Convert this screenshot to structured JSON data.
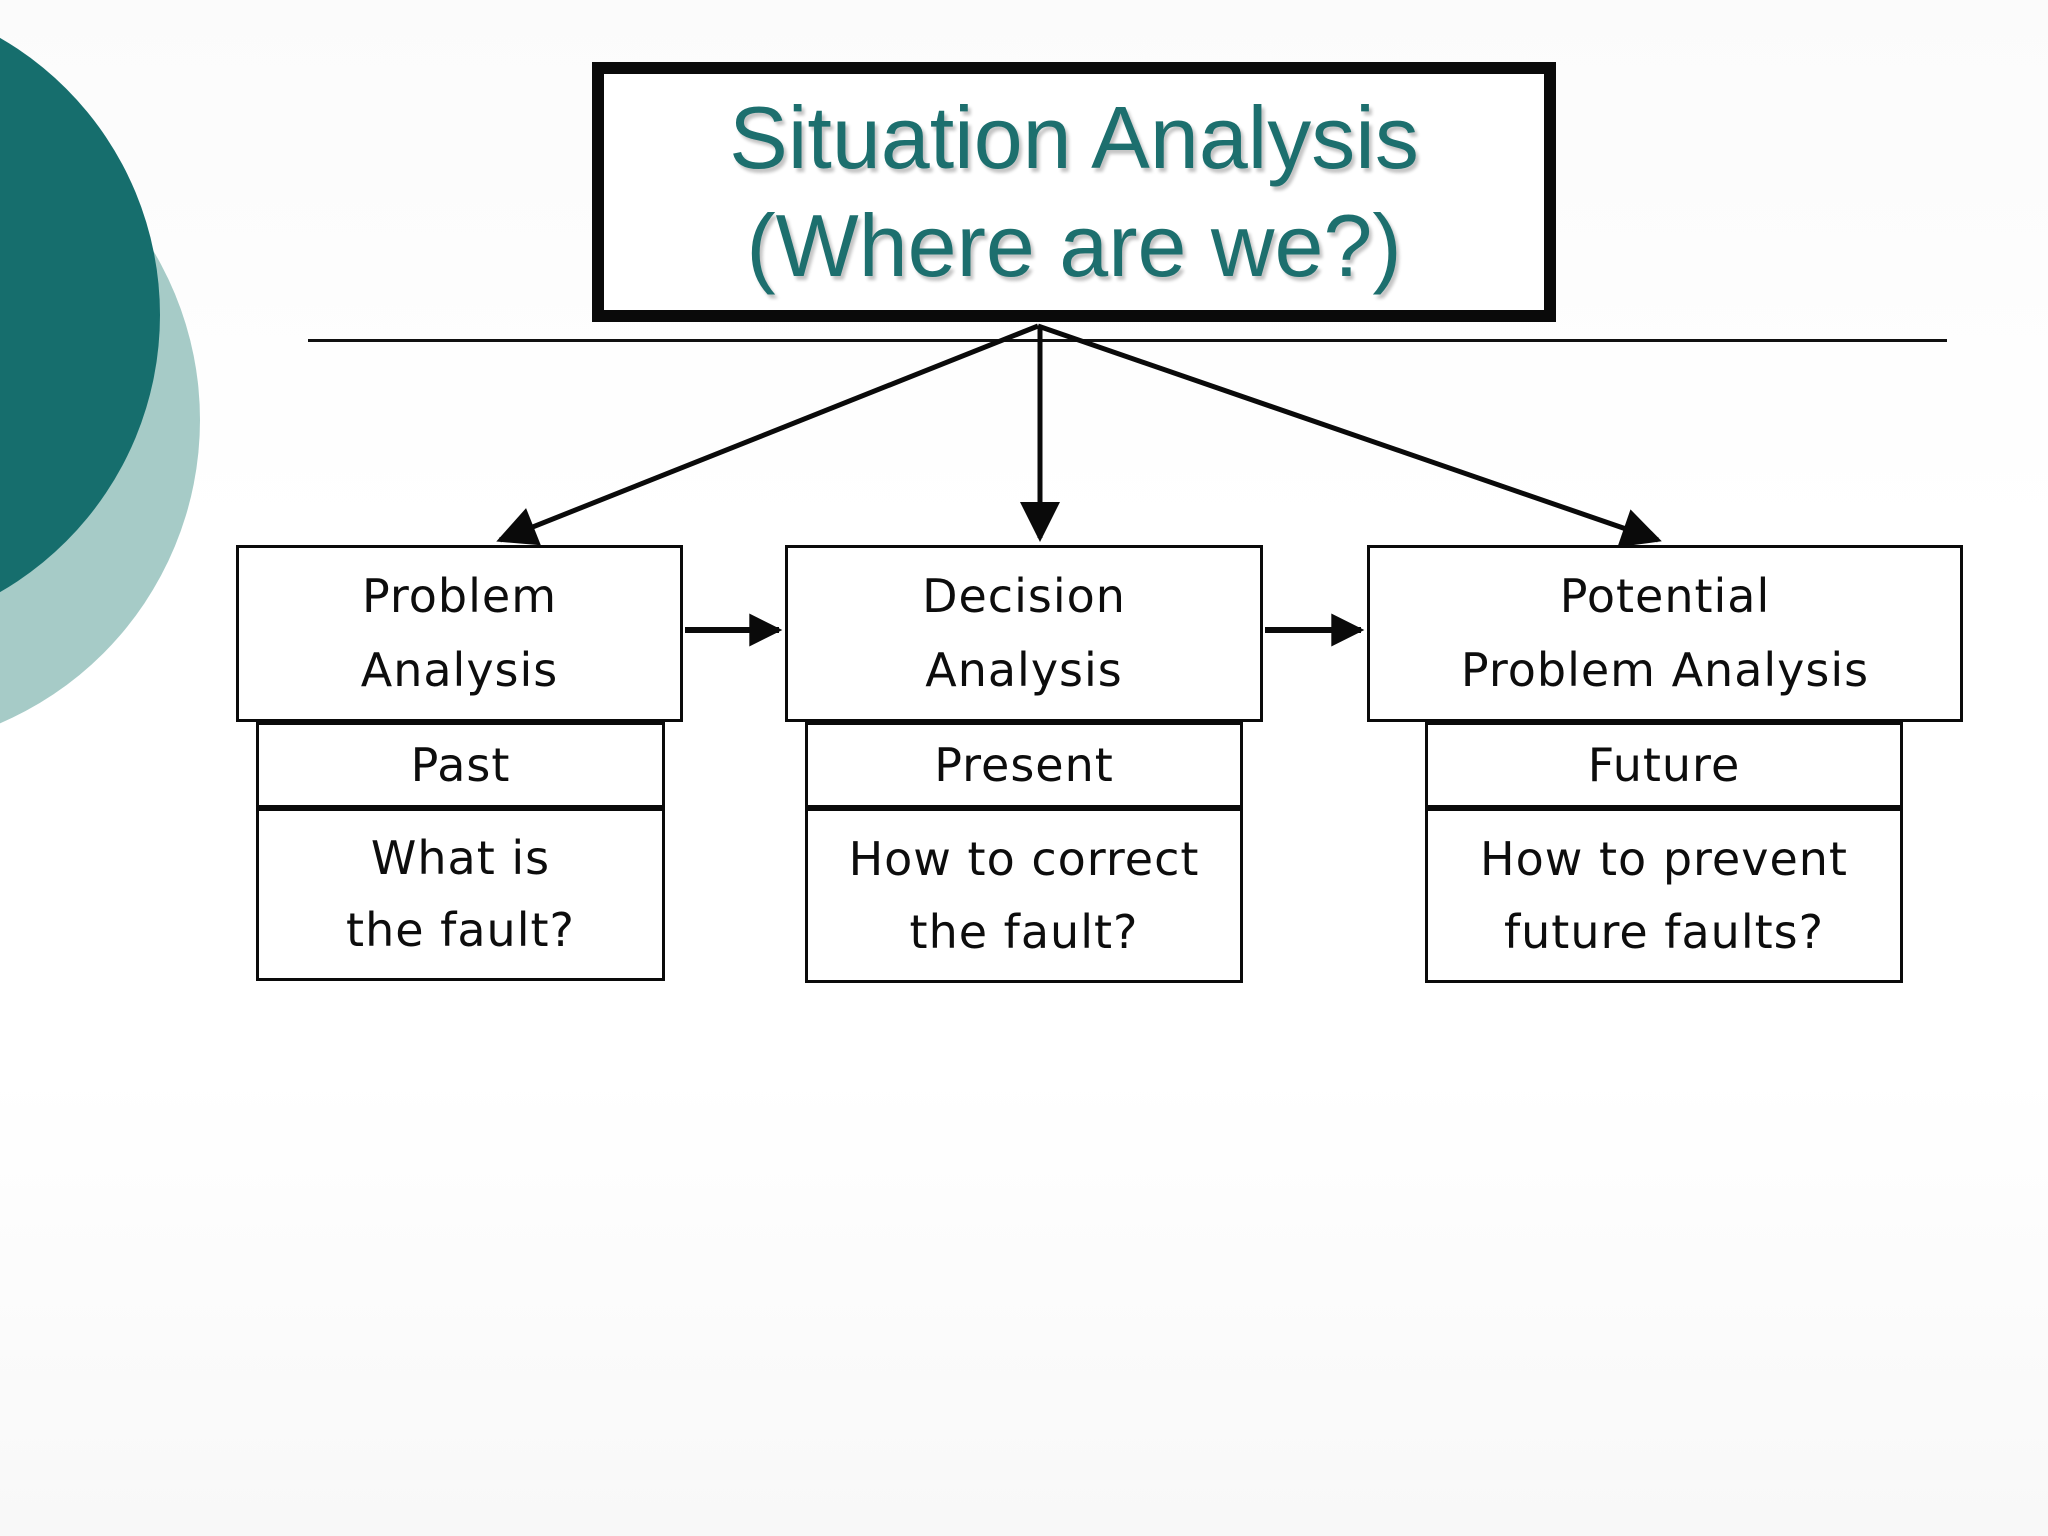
{
  "slide": {
    "title": {
      "line1": "Situation Analysis",
      "line2": "(Where are we?)"
    },
    "columns": [
      {
        "header_line1": "Problem",
        "header_line2": "Analysis",
        "timeframe": "Past",
        "question_line1": "What is",
        "question_line2": "the fault?"
      },
      {
        "header_line1": "Decision",
        "header_line2": "Analysis",
        "timeframe": "Present",
        "question_line1": "How to correct",
        "question_line2": "the fault?"
      },
      {
        "header_line1": "Potential",
        "header_line2": "Problem Analysis",
        "timeframe": "Future",
        "question_line1": "How to prevent",
        "question_line2": "future faults?"
      }
    ],
    "colors": {
      "title_text": "#1d6f6e",
      "dark_circle": "#166e6d",
      "light_circle": "#a6cbc7",
      "line_color": "#0a0a0a"
    }
  }
}
